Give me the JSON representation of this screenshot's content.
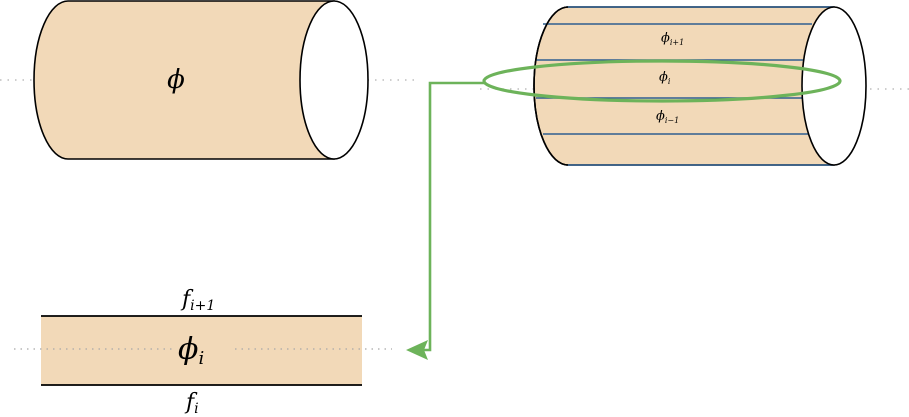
{
  "labels": {
    "phi_main": "ϕ",
    "phi_i_plus_1_base": "ϕ",
    "phi_i_plus_1_sub": "i+1",
    "phi_i_base": "ϕ",
    "phi_i_sub": "i",
    "phi_i_minus_1_base": "ϕ",
    "phi_i_minus_1_sub": "i−1",
    "strip_phi_base": "ϕ",
    "strip_phi_sub": "i",
    "f_top_base": "f",
    "f_top_sub": "i+1",
    "f_bottom_base": "f",
    "f_bottom_sub": "i"
  },
  "colors": {
    "fill": "#f2d9b8",
    "outline": "#000000",
    "slice_lines": "#2f5f8f",
    "highlight": "#6db35a",
    "axis_dots": "#b0b0b0"
  }
}
